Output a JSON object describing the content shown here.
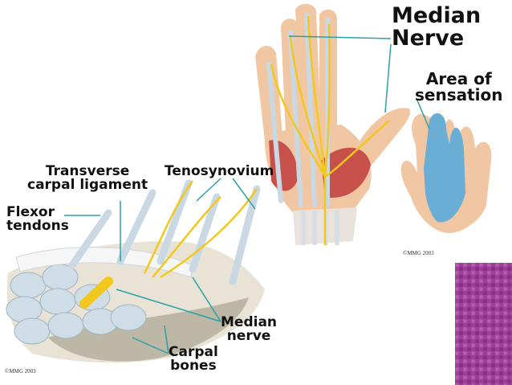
{
  "labels": {
    "median_nerve_title": "Median\nNerve",
    "area_of_sensation": "Area of\nsensation",
    "transverse_carpal_ligament": "Transverse\ncarpal ligament",
    "tenosynovium": "Tenosynovium",
    "flexor_tendons": "Flexor\ntendons",
    "median_nerve_lower": "Median\nnerve",
    "carpal_bones": "Carpal\nbones"
  },
  "copyright": {
    "top_right": "©MMG 2003",
    "bottom_left": "©MMG 2003"
  },
  "colors": {
    "nerve": "#f2c81e",
    "skin": "#f1c7a3",
    "muscle": "#c8504a",
    "tendon": "#c9d8e2",
    "sensation": "#6aaed6",
    "leader_line": "#2aa0a8",
    "pattern": "#a03c9a"
  }
}
